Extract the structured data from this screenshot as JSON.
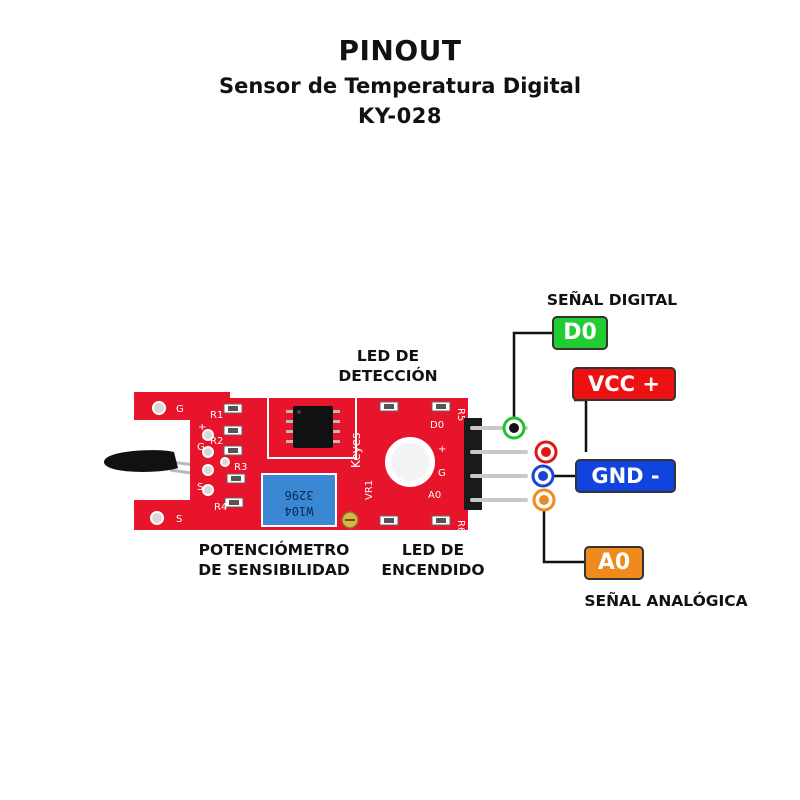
{
  "header": {
    "title": "PINOUT",
    "subtitle": "Sensor de Temperatura Digital",
    "model": "KY-028"
  },
  "annotations": {
    "led_detection": [
      "LED DE",
      "DETECCIÓN"
    ],
    "potentiometer": [
      "POTENCIÓMETRO",
      "DE  SENSIBILIDAD"
    ],
    "led_power": [
      "LED DE",
      "ENCENDIDO"
    ],
    "digital_signal": "SEÑAL DIGITAL",
    "analog_signal": "SEÑAL ANALÓGICA"
  },
  "pins": [
    {
      "label": "D0",
      "color": "#22cc33"
    },
    {
      "label": "VCC +",
      "color": "#ee1111"
    },
    {
      "label": "GND -",
      "color": "#1144dd"
    },
    {
      "label": "A0",
      "color": "#f08a1c"
    }
  ],
  "board": {
    "color": "#e8142b",
    "silkscreen": [
      "G",
      "+",
      "S",
      "G",
      "S",
      "R1",
      "R2",
      "R3",
      "R4",
      "R5",
      "R6",
      "VR1",
      "Keyes",
      "D0",
      "+",
      "G",
      "A0"
    ],
    "trimmer_text": [
      "W104",
      "3296"
    ]
  }
}
